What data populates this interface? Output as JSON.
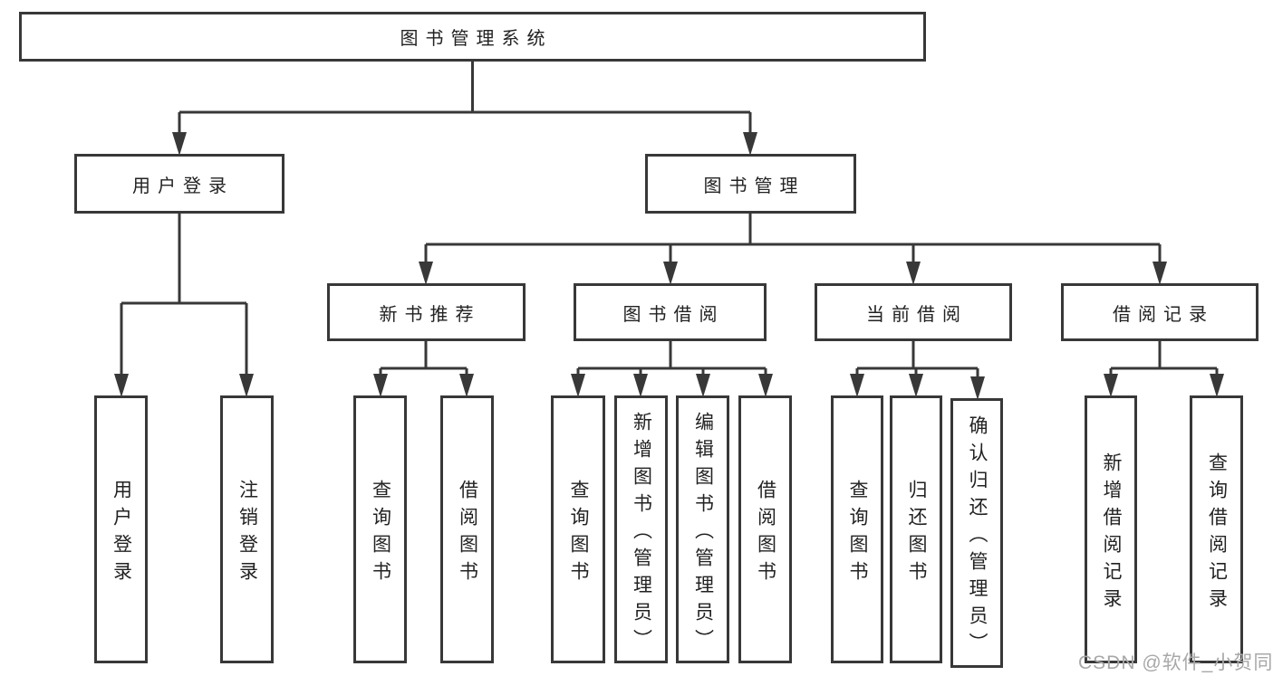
{
  "tree": {
    "root": {
      "label": "图书管理系统"
    },
    "children": [
      {
        "label": "用户登录",
        "children": [
          {
            "label": "用户登录"
          },
          {
            "label": "注销登录"
          }
        ]
      },
      {
        "label": "图书管理",
        "children": [
          {
            "label": "新书推荐",
            "children": [
              {
                "label": "查询图书"
              },
              {
                "label": "借阅图书"
              }
            ]
          },
          {
            "label": "图书借阅",
            "children": [
              {
                "label": "查询图书"
              },
              {
                "label": "新增图书（管理员）"
              },
              {
                "label": "编辑图书（管理员）"
              },
              {
                "label": "借阅图书"
              }
            ]
          },
          {
            "label": "当前借阅",
            "children": [
              {
                "label": "查询图书"
              },
              {
                "label": "归还图书"
              },
              {
                "label": "确认归还（管理员）"
              }
            ]
          },
          {
            "label": "借阅记录",
            "children": [
              {
                "label": "新增借阅记录"
              },
              {
                "label": "查询借阅记录"
              }
            ]
          }
        ]
      }
    ]
  },
  "watermark": {
    "text": "CSDN @软件_小贺同学"
  },
  "colors": {
    "line": "#383838",
    "text": "#222222",
    "box_fill": "#ffffff",
    "watermark": "#a8a8a8"
  }
}
